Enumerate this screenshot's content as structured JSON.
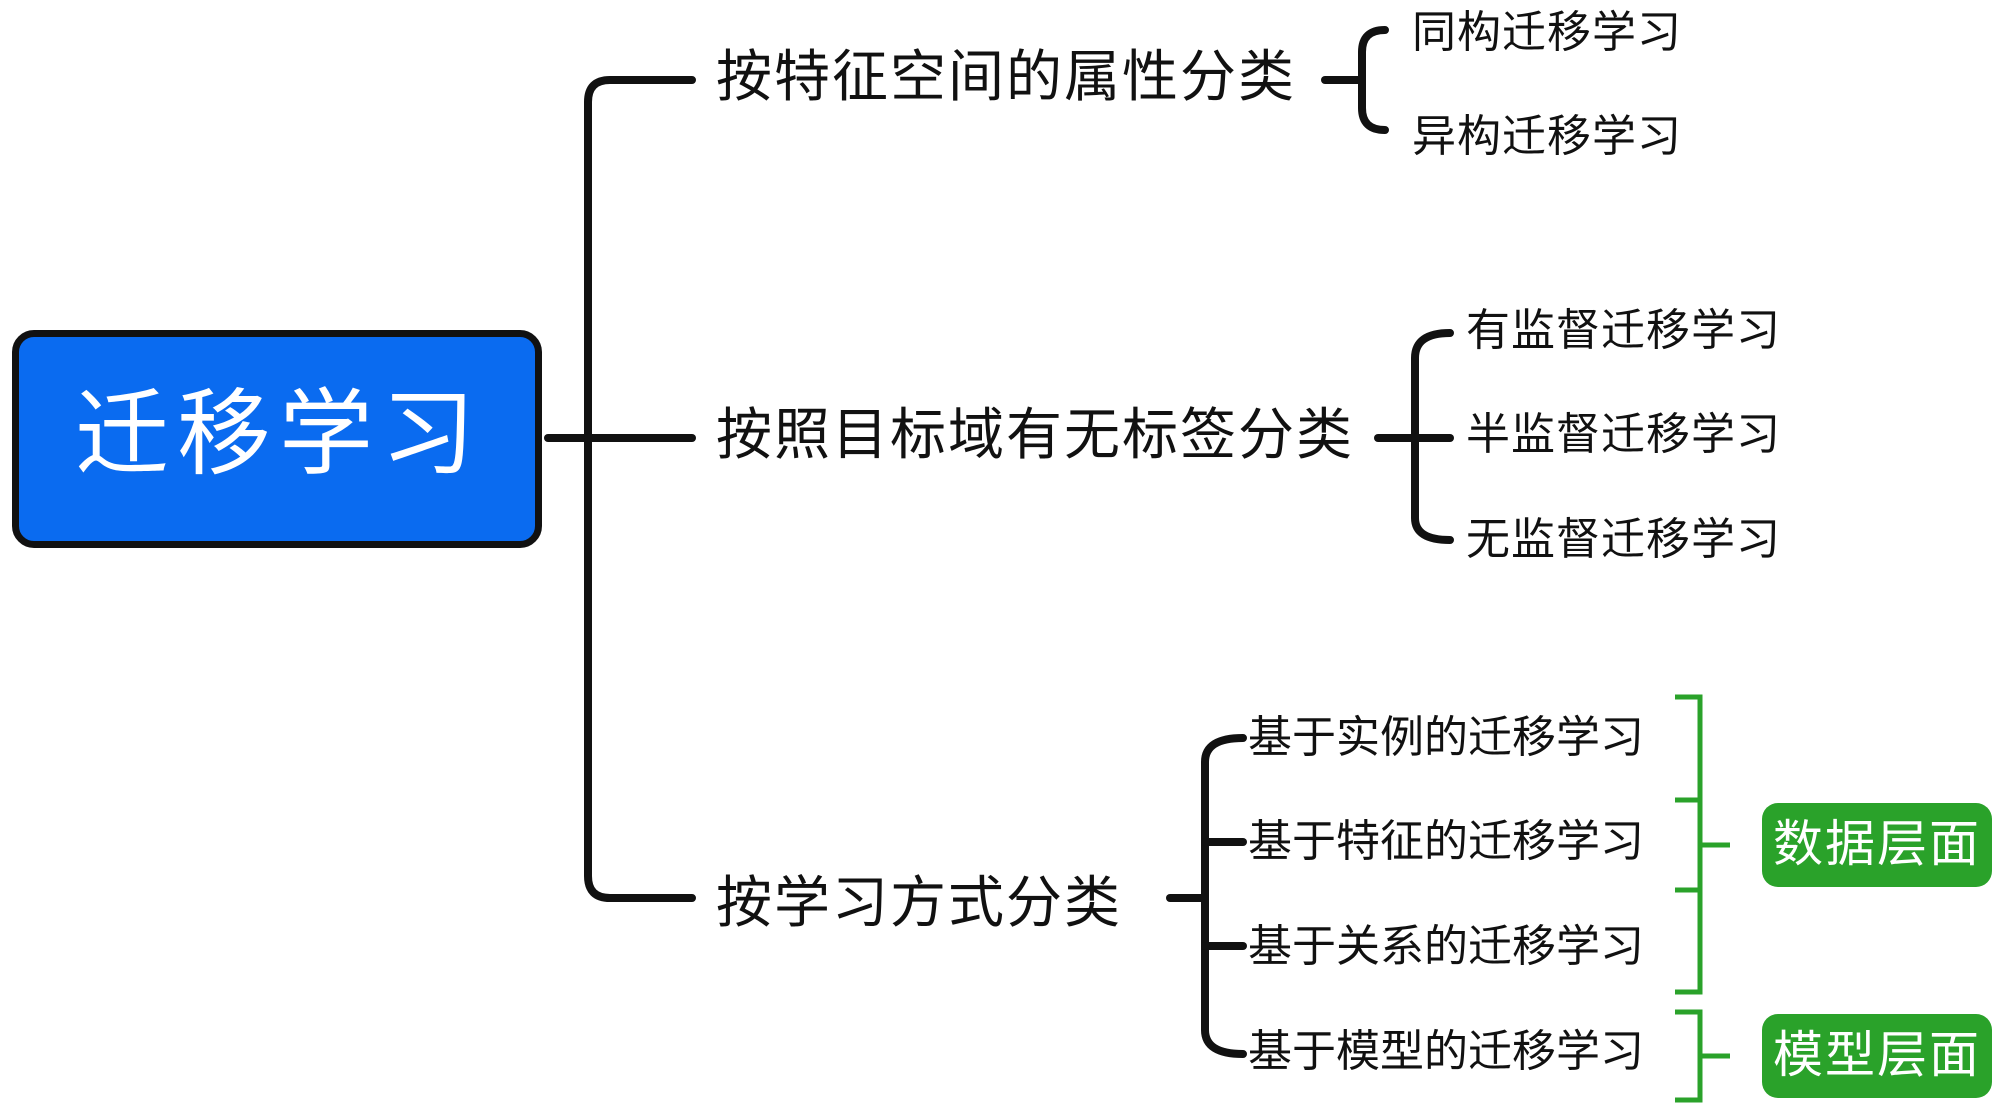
{
  "root": {
    "label": "迁移学习",
    "color": "#0a6bf0"
  },
  "branches": [
    {
      "label": "按特征空间的属性分类",
      "children": [
        "同构迁移学习",
        "异构迁移学习"
      ]
    },
    {
      "label": "按照目标域有无标签分类",
      "children": [
        "有监督迁移学习",
        "半监督迁移学习",
        "无监督迁移学习"
      ]
    },
    {
      "label": "按学习方式分类",
      "children": [
        "基于实例的迁移学习",
        "基于特征的迁移学习",
        "基于关系的迁移学习",
        "基于模型的迁移学习"
      ]
    }
  ],
  "tags": [
    {
      "label": "数据层面",
      "color": "#2aa22a"
    },
    {
      "label": "模型层面",
      "color": "#2aa22a"
    }
  ]
}
